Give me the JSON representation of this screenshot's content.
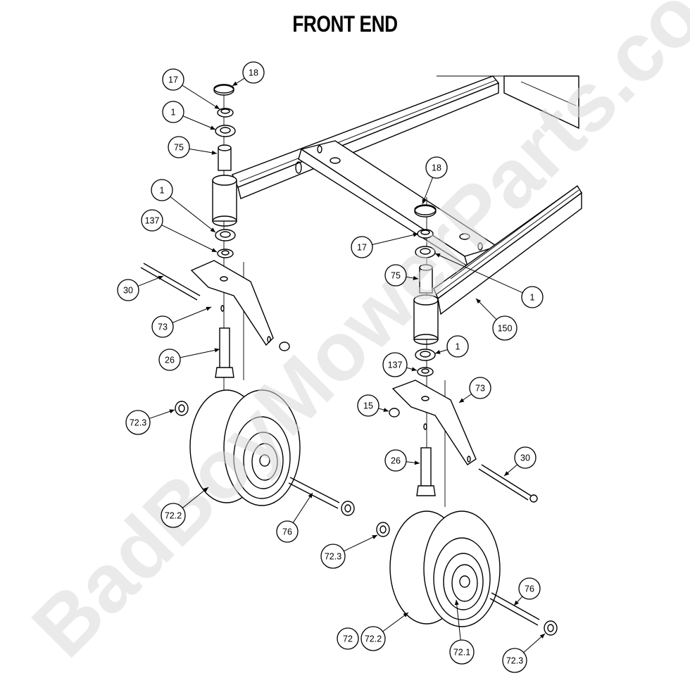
{
  "title": "FRONT END",
  "watermark": "BadBoyMowerParts.com",
  "callouts": [
    {
      "id": "c18a",
      "label": "18"
    },
    {
      "id": "c17a",
      "label": "17"
    },
    {
      "id": "c1a",
      "label": "1"
    },
    {
      "id": "c75a",
      "label": "75"
    },
    {
      "id": "c1b",
      "label": "1"
    },
    {
      "id": "c137a",
      "label": "137"
    },
    {
      "id": "c30a",
      "label": "30"
    },
    {
      "id": "c73a",
      "label": "73"
    },
    {
      "id": "c26a",
      "label": "26"
    },
    {
      "id": "c723a",
      "label": "72.3"
    },
    {
      "id": "c722a",
      "label": "72.2"
    },
    {
      "id": "c76a",
      "label": "76"
    },
    {
      "id": "c18b",
      "label": "18"
    },
    {
      "id": "c17b",
      "label": "17"
    },
    {
      "id": "c1c",
      "label": "1"
    },
    {
      "id": "c75b",
      "label": "75"
    },
    {
      "id": "c150",
      "label": "150"
    },
    {
      "id": "c1d",
      "label": "1"
    },
    {
      "id": "c137b",
      "label": "137"
    },
    {
      "id": "c73b",
      "label": "73"
    },
    {
      "id": "c15",
      "label": "15"
    },
    {
      "id": "c26b",
      "label": "26"
    },
    {
      "id": "c30b",
      "label": "30"
    },
    {
      "id": "c723b",
      "label": "72.3"
    },
    {
      "id": "c76b",
      "label": "76"
    },
    {
      "id": "c72",
      "label": "72"
    },
    {
      "id": "c722b",
      "label": "72.2"
    },
    {
      "id": "c721",
      "label": "72.1"
    },
    {
      "id": "c723c",
      "label": "72.3"
    }
  ]
}
